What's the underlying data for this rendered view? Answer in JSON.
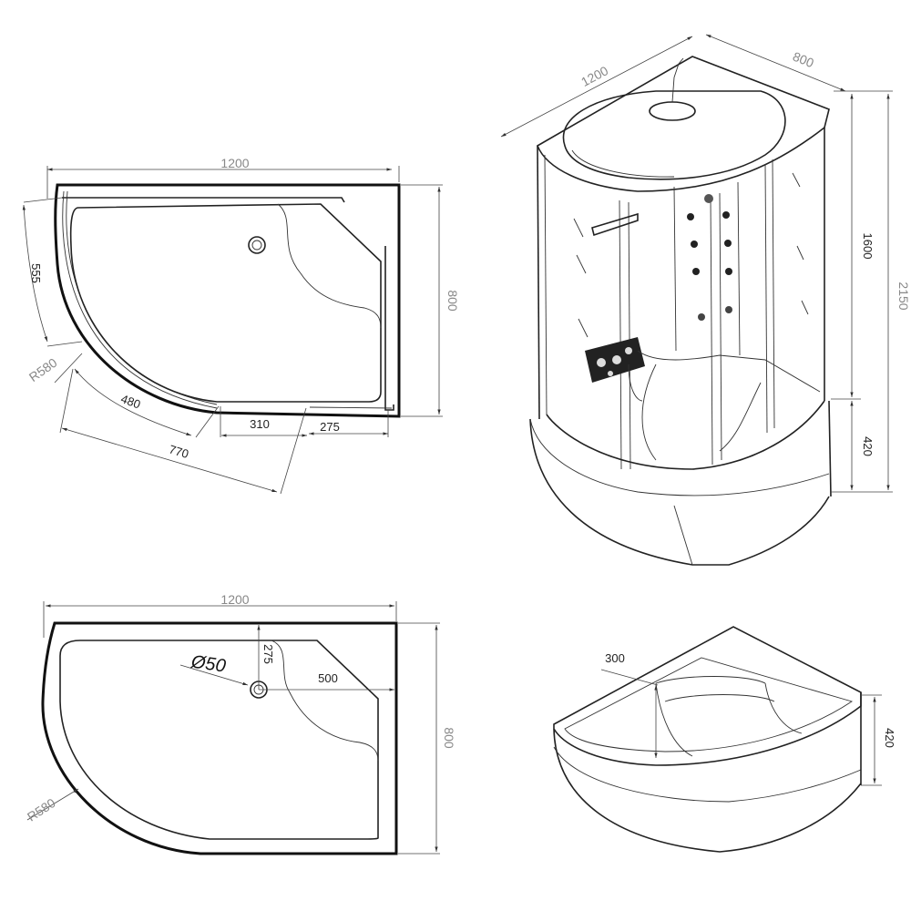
{
  "plan_top": {
    "width": "1200",
    "depth": "800",
    "arc_555": "555",
    "radius": "R580",
    "arc_480": "480",
    "chord_770": "770",
    "door_310": "310",
    "panel_275": "275"
  },
  "plan_bottom": {
    "width": "1200",
    "depth": "800",
    "drain_diameter": "Ø50",
    "drain_offset_y": "275",
    "drain_offset_x": "500",
    "radius": "R580"
  },
  "cabin_view": {
    "width": "1200",
    "depth": "800",
    "cabin_height": "1600",
    "total_height": "2150",
    "tray_height": "420"
  },
  "tray_view": {
    "seat_depth": "300",
    "tray_height": "420"
  }
}
